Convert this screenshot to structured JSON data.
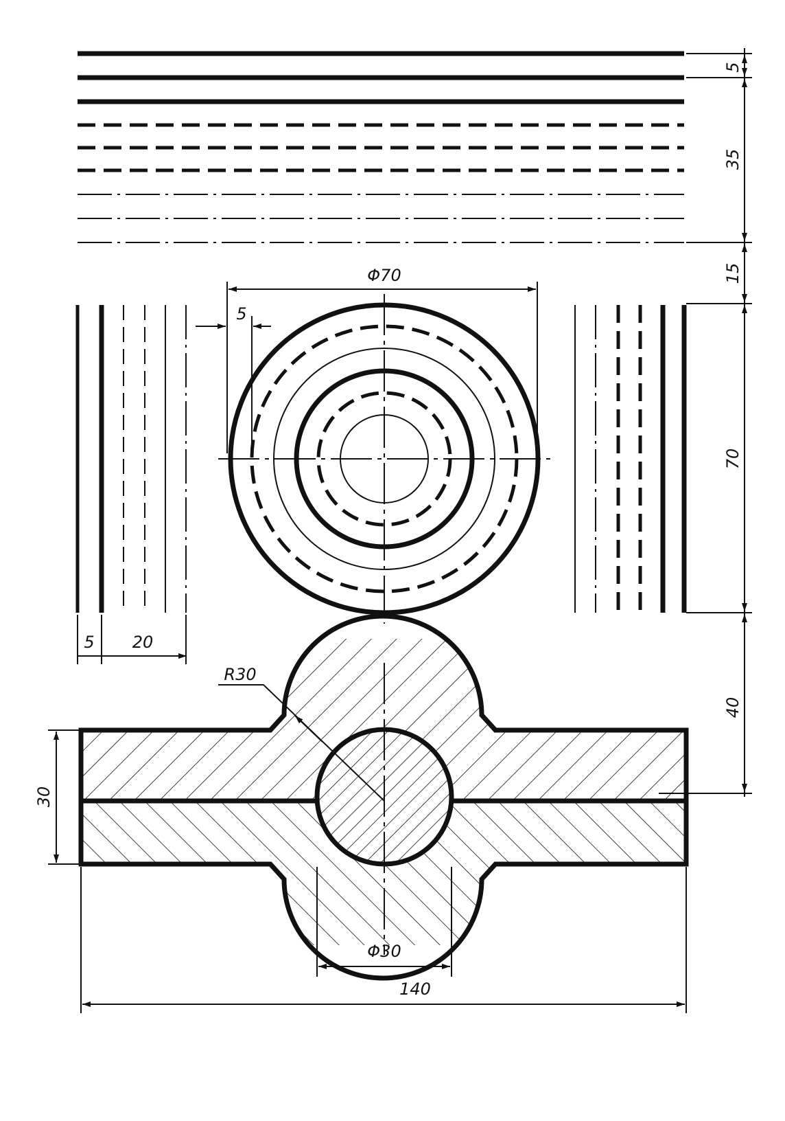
{
  "dimensions": {
    "d_outer": "Φ70",
    "d_inner": "Φ30",
    "radius": "R30",
    "total_width": "140",
    "height_30": "30",
    "gap_5_top": "5",
    "block_35": "35",
    "gap_15": "15",
    "height_70": "70",
    "gap_40": "40",
    "left_5": "5",
    "left_20": "20",
    "circle_5": "5"
  },
  "colors": {
    "ink": "#111111",
    "paper": "#ffffff"
  }
}
